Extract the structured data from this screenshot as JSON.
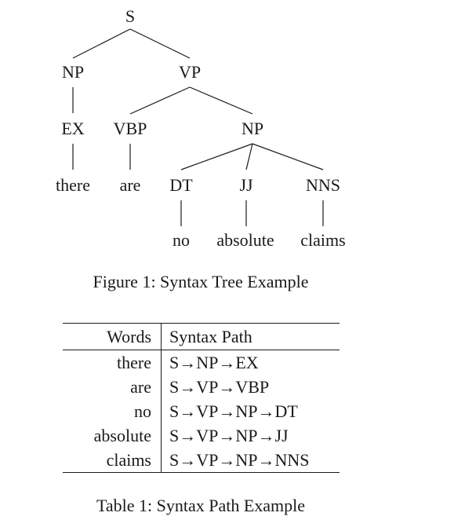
{
  "figure": {
    "nodes": {
      "s": "S",
      "np1": "NP",
      "vp": "VP",
      "ex": "EX",
      "vbp": "VBP",
      "np2": "NP",
      "there": "there",
      "are": "are",
      "dt": "DT",
      "jj": "JJ",
      "nns": "NNS",
      "no": "no",
      "absolute": "absolute",
      "claims": "claims"
    },
    "caption": "Figure 1: Syntax Tree Example"
  },
  "table": {
    "headers": [
      "Words",
      "Syntax Path"
    ],
    "rows": [
      [
        "there",
        "S→NP→EX"
      ],
      [
        "are",
        "S→VP→VBP"
      ],
      [
        "no",
        "S→VP→NP→DT"
      ],
      [
        "absolute",
        "S→VP→NP→JJ"
      ],
      [
        "claims",
        "S→VP→NP→NNS"
      ]
    ],
    "caption": "Table 1: Syntax Path Example"
  }
}
